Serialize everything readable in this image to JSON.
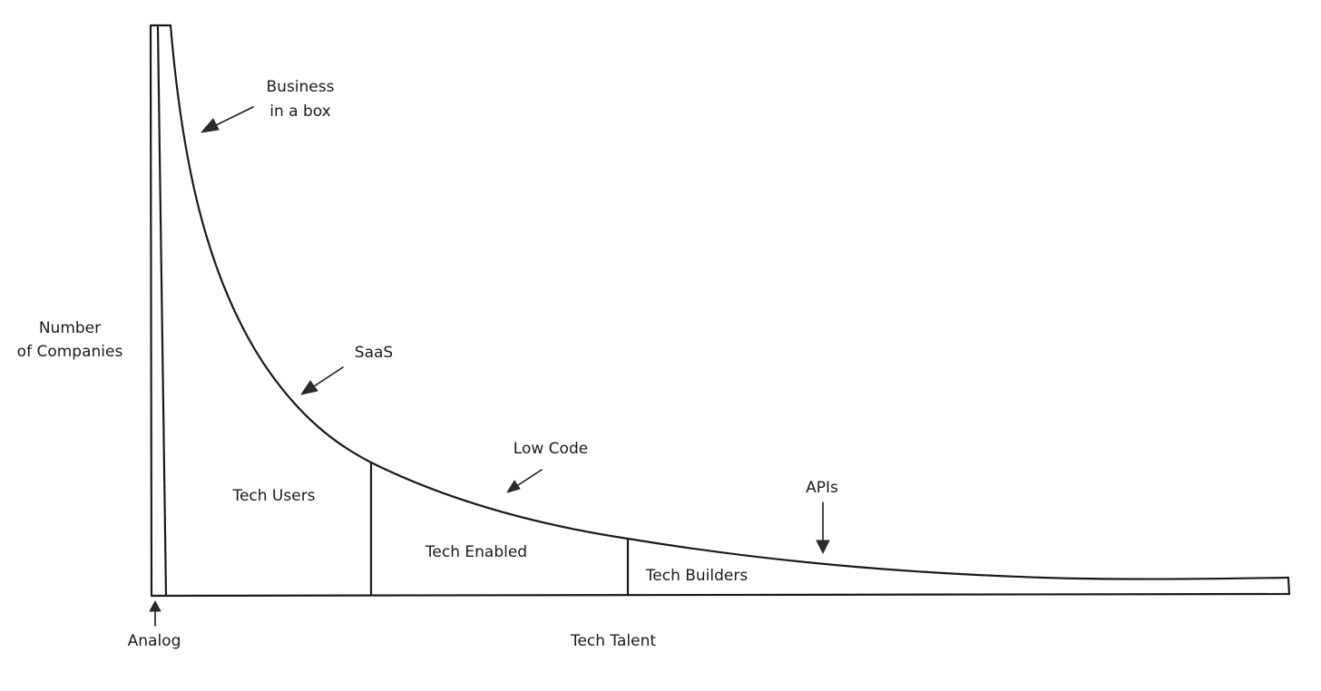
{
  "labels": {
    "y_axis_line1": "Number",
    "y_axis_line2": "of Companies",
    "x_axis": "Tech Talent",
    "analog": "Analog",
    "business_line1": "Business",
    "business_line2": "in a box",
    "saas": "SaaS",
    "low_code": "Low Code",
    "apis": "APIs",
    "tech_users": "Tech Users",
    "tech_enabled": "Tech Enabled",
    "tech_builders": "Tech Builders"
  },
  "colors": {
    "ink": "#1a1a1a",
    "background": "#ffffff"
  }
}
